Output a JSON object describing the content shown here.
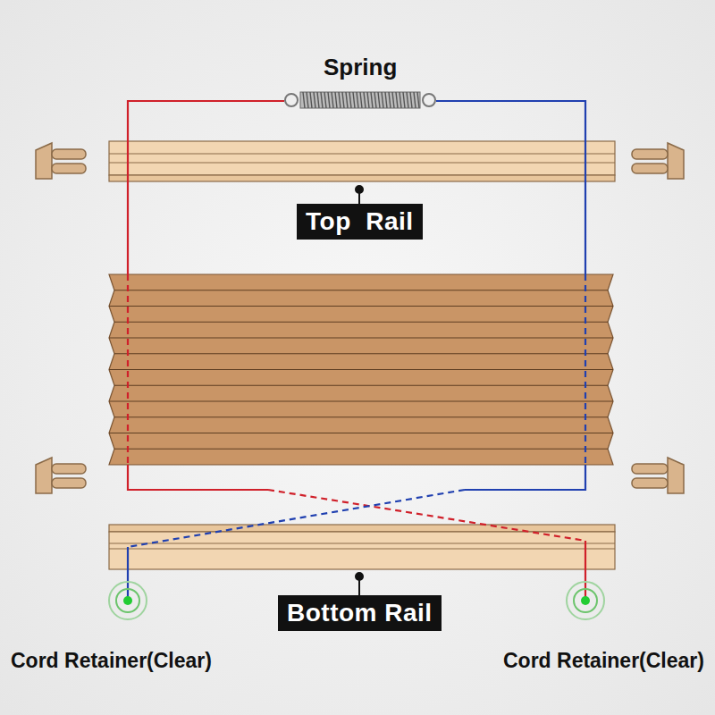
{
  "diagram": {
    "nodes": [
      {
        "text": [
          "Top  Rail"
        ]
      },
      {
        "text": [
          "Bottom Rail"
        ]
      }
    ],
    "labels": [
      "Spring",
      "Cord Retainer(Clear)",
      "Cord Retainer(Clear)"
    ]
  }
}
